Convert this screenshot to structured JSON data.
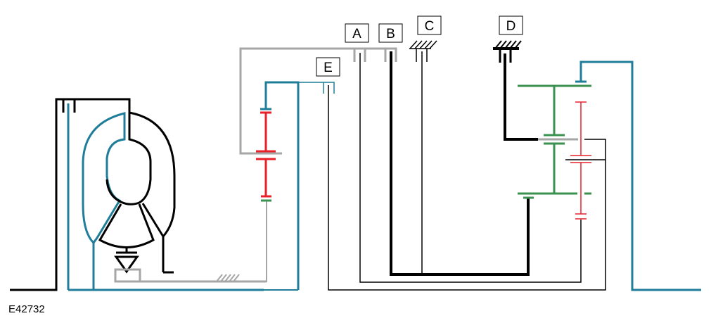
{
  "figure": {
    "reference_id": "E42732",
    "type": "transmission schematic (torque converter and planetary gear sets)",
    "labels": {
      "A": "A",
      "B": "B",
      "C": "C",
      "D": "D",
      "E": "E"
    },
    "colors": {
      "black": "#000000",
      "gray": "#a6a6a6",
      "teal": "#1f7d99",
      "red": "#e8202a",
      "green": "#3a9150"
    }
  }
}
